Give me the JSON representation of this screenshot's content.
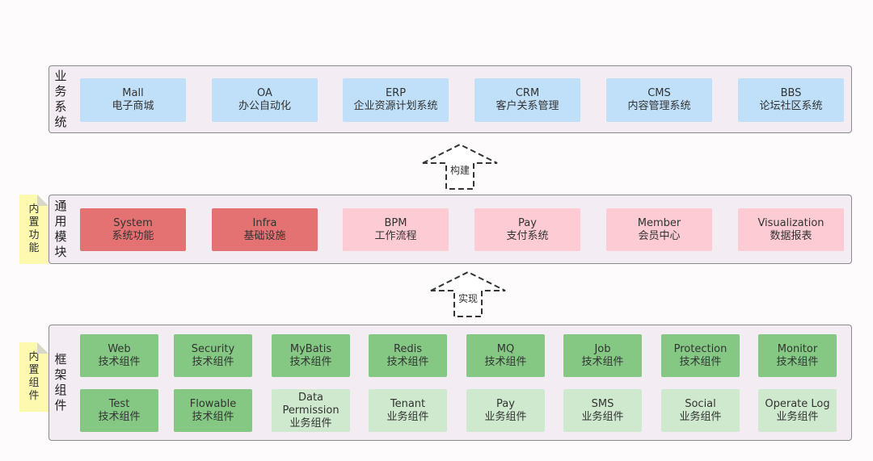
{
  "layers": {
    "business": {
      "title_chars": [
        "业",
        "务",
        "系",
        "统"
      ],
      "items": [
        {
          "en": "Mall",
          "cn": "电子商城"
        },
        {
          "en": "OA",
          "cn": "办公自动化"
        },
        {
          "en": "ERP",
          "cn": "企业资源计划系统"
        },
        {
          "en": "CRM",
          "cn": "客户关系管理"
        },
        {
          "en": "CMS",
          "cn": "内容管理系统"
        },
        {
          "en": "BBS",
          "cn": "论坛社区系统"
        }
      ]
    },
    "common": {
      "title_chars": [
        "通",
        "用",
        "模",
        "块"
      ],
      "note_chars": [
        "内",
        "置",
        "功",
        "能"
      ],
      "items": [
        {
          "en": "System",
          "cn": "系统功能"
        },
        {
          "en": "Infra",
          "cn": "基础设施"
        },
        {
          "en": "BPM",
          "cn": "工作流程"
        },
        {
          "en": "Pay",
          "cn": "支付系统"
        },
        {
          "en": "Member",
          "cn": "会员中心"
        },
        {
          "en": "Visualization",
          "cn": "数据报表"
        }
      ]
    },
    "framework": {
      "title_chars": [
        "框",
        "架",
        "组",
        "件"
      ],
      "note_chars": [
        "内",
        "置",
        "组",
        "件"
      ],
      "row1": [
        {
          "en": "Web",
          "cn": "技术组件"
        },
        {
          "en": "Security",
          "cn": "技术组件"
        },
        {
          "en": "MyBatis",
          "cn": "技术组件"
        },
        {
          "en": "Redis",
          "cn": "技术组件"
        },
        {
          "en": "MQ",
          "cn": "技术组件"
        },
        {
          "en": "Job",
          "cn": "技术组件"
        },
        {
          "en": "Protection",
          "cn": "技术组件"
        },
        {
          "en": "Monitor",
          "cn": "技术组件"
        }
      ],
      "row2": [
        {
          "en": "Test",
          "cn": "技术组件"
        },
        {
          "en": "Flowable",
          "cn": "技术组件"
        },
        {
          "en": "Data",
          "en2": "Permission",
          "cn": "业务组件"
        },
        {
          "en": "Tenant",
          "cn": "业务组件"
        },
        {
          "en": "Pay",
          "cn": "业务组件"
        },
        {
          "en": "SMS",
          "cn": "业务组件"
        },
        {
          "en": "Social",
          "cn": "业务组件"
        },
        {
          "en": "Operate Log",
          "cn": "业务组件"
        }
      ]
    }
  },
  "arrows": {
    "build": "构建",
    "implement": "实现"
  },
  "colors": {
    "layer_bg": "#f3ecf3",
    "business_box": "#bfe0f8",
    "common_core": "#e47272",
    "common_other": "#fccbd3",
    "tech_component": "#84c884",
    "biz_component": "#cfe9cf",
    "note": "#fdfab0"
  }
}
